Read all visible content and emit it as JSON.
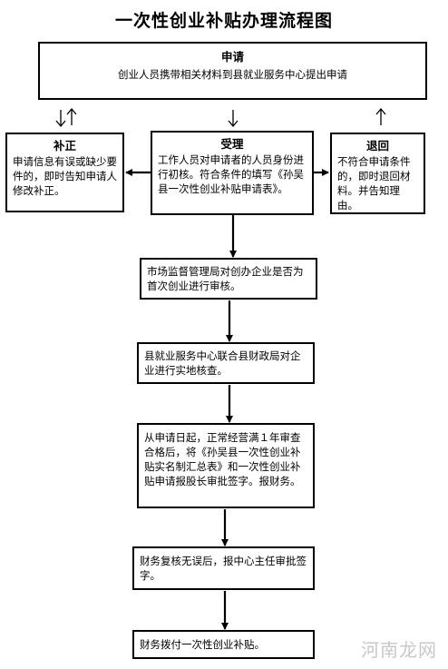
{
  "title": "一次性创业补贴办理流程图",
  "apply": {
    "head": "申请",
    "text": "创业人员携带相关材料到县就业服务中心提出申请"
  },
  "correct": {
    "head": "补正",
    "text": "申请信息有误或缺少要件的，即时告知申请人修改补正。"
  },
  "accept": {
    "head": "受理",
    "text": "工作人员对申请者的人员身份进行初核。符合条件的填写《孙吴县一次性创业补贴申请表》。"
  },
  "return": {
    "head": "退回",
    "text": "不符合申请条件的，即时退回材料。并告知理由。"
  },
  "steps": [
    "市场监督管理局对创办企业是否为首次创业进行审核。",
    "县就业服务中心联合县财政局对企业进行实地核查。",
    "从申请日起，正常经营满１年审查合格后，将《孙吴县一次性创业补贴实名制汇总表》和一次性创业补贴申请报股长审批签字。报财务。",
    "财务复核无误后，报中心主任审批签字。",
    "财务拨付一次性创业补贴。"
  ],
  "watermark": "河南龙网"
}
